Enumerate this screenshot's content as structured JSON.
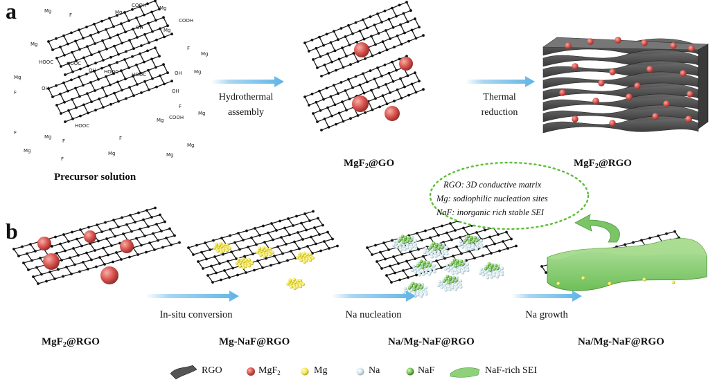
{
  "panels": {
    "a": "a",
    "b": "b"
  },
  "panel_a": {
    "stage1_label": "Precursor solution",
    "stage2_label_main": "MgF",
    "stage2_label_sub": "2",
    "stage2_label_rest": "@GO",
    "stage3_label_main": "MgF",
    "stage3_label_sub": "2",
    "stage3_label_rest": "@RGO",
    "step1_line1": "Hydrothermal",
    "step1_line2": "assembly",
    "step2_line1": "Thermal",
    "step2_line2": "reduction"
  },
  "precursor_labels": {
    "mg": "Mg",
    "f": "F",
    "cooh": "COOH",
    "hooc": "HOOC",
    "oh": "OH"
  },
  "bubble": {
    "line1": "RGO: 3D conductive matrix",
    "line2": "Mg: sodiophilic nucleation sites",
    "line3": "NaF: inorganic rich stable SEI"
  },
  "panel_b": {
    "stage1_main": "MgF",
    "stage1_sub": "2",
    "stage1_rest": "@RGO",
    "stage2": "Mg-NaF@RGO",
    "stage3": "Na/Mg-NaF@RGO",
    "stage4": "Na/Mg-NaF@RGO",
    "step1": "In-situ conversion",
    "step2": "Na nucleation",
    "step3": "Na growth"
  },
  "legend": {
    "rgo": "RGO",
    "mgf2_main": "MgF",
    "mgf2_sub": "2",
    "mg": "Mg",
    "na": "Na",
    "naf": "NaF",
    "sei": "NaF-rich SEI"
  },
  "colors": {
    "mgf2": "#d9534f",
    "mg": "#f2e64a",
    "na": "#cfe4ea",
    "naf": "#6fbf4a",
    "sei": "#8fd07a",
    "rgo": "#555555",
    "arrow": "#5fb4e6",
    "lattice": "#1a1a1a"
  }
}
